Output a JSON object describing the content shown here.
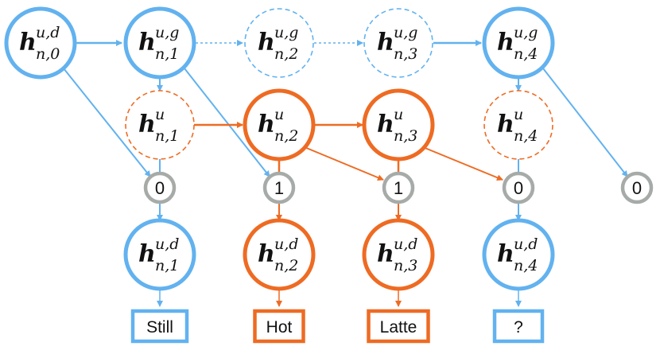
{
  "colors": {
    "blue": "#62b2ef",
    "orange": "#ee6b23",
    "gray": "#a6aba8"
  },
  "hidden_nodes": {
    "top": [
      {
        "base": "h",
        "sup": "u,d",
        "sub": "n,0",
        "style": "solid",
        "color": "blue"
      },
      {
        "base": "h",
        "sup": "u,g",
        "sub": "n,1",
        "style": "solid",
        "color": "blue"
      },
      {
        "base": "h",
        "sup": "u,g",
        "sub": "n,2",
        "style": "dashed",
        "color": "blue"
      },
      {
        "base": "h",
        "sup": "u,g",
        "sub": "n,3",
        "style": "dashed",
        "color": "blue"
      },
      {
        "base": "h",
        "sup": "u,g",
        "sub": "n,4",
        "style": "solid",
        "color": "blue"
      }
    ],
    "middle": [
      {
        "base": "h",
        "sup": "u",
        "sub": "n,1",
        "style": "dashed",
        "color": "orange"
      },
      {
        "base": "h",
        "sup": "u",
        "sub": "n,2",
        "style": "solid",
        "color": "orange"
      },
      {
        "base": "h",
        "sup": "u",
        "sub": "n,3",
        "style": "solid",
        "color": "orange"
      },
      {
        "base": "h",
        "sup": "u",
        "sub": "n,4",
        "style": "dashed",
        "color": "orange"
      }
    ],
    "bottom": [
      {
        "base": "h",
        "sup": "u,d",
        "sub": "n,1",
        "style": "solid",
        "color": "blue"
      },
      {
        "base": "h",
        "sup": "u,d",
        "sub": "n,2",
        "style": "solid",
        "color": "orange"
      },
      {
        "base": "h",
        "sup": "u,d",
        "sub": "n,3",
        "style": "solid",
        "color": "orange"
      },
      {
        "base": "h",
        "sup": "u,d",
        "sub": "n,4",
        "style": "solid",
        "color": "blue"
      }
    ]
  },
  "gates": [
    "0",
    "1",
    "1",
    "0",
    "0"
  ],
  "words": [
    {
      "text": "Still",
      "color": "blue"
    },
    {
      "text": "Hot",
      "color": "orange"
    },
    {
      "text": "Latte",
      "color": "orange"
    },
    {
      "text": "?",
      "color": "blue"
    }
  ]
}
